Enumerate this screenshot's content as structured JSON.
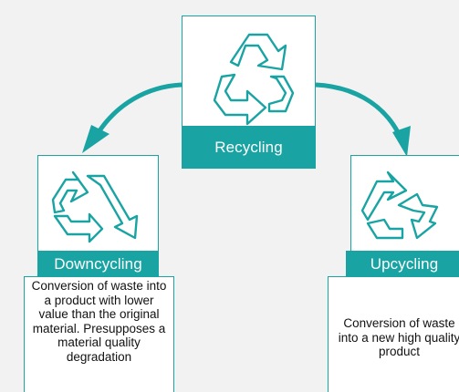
{
  "colors": {
    "accent": "#1aa3a3",
    "background": "#f2f2f2",
    "card": "#ffffff",
    "text": "#111111",
    "label_text": "#ffffff"
  },
  "nodes": {
    "recycling": {
      "label": "Recycling",
      "icon": "recycle-three-arrows-icon"
    },
    "downcycling": {
      "label": "Downcycling",
      "icon": "downcycle-arrows-icon",
      "description": "Conversion of waste into a product with lower value than the original material. Presupposes a material quality degradation"
    },
    "upcycling": {
      "label": "Upcycling",
      "icon": "upcycle-arrows-icon",
      "description": "Conversion of waste into a new high quality product"
    }
  },
  "edges": [
    {
      "from": "recycling",
      "to": "downcycling"
    },
    {
      "from": "recycling",
      "to": "upcycling"
    }
  ]
}
